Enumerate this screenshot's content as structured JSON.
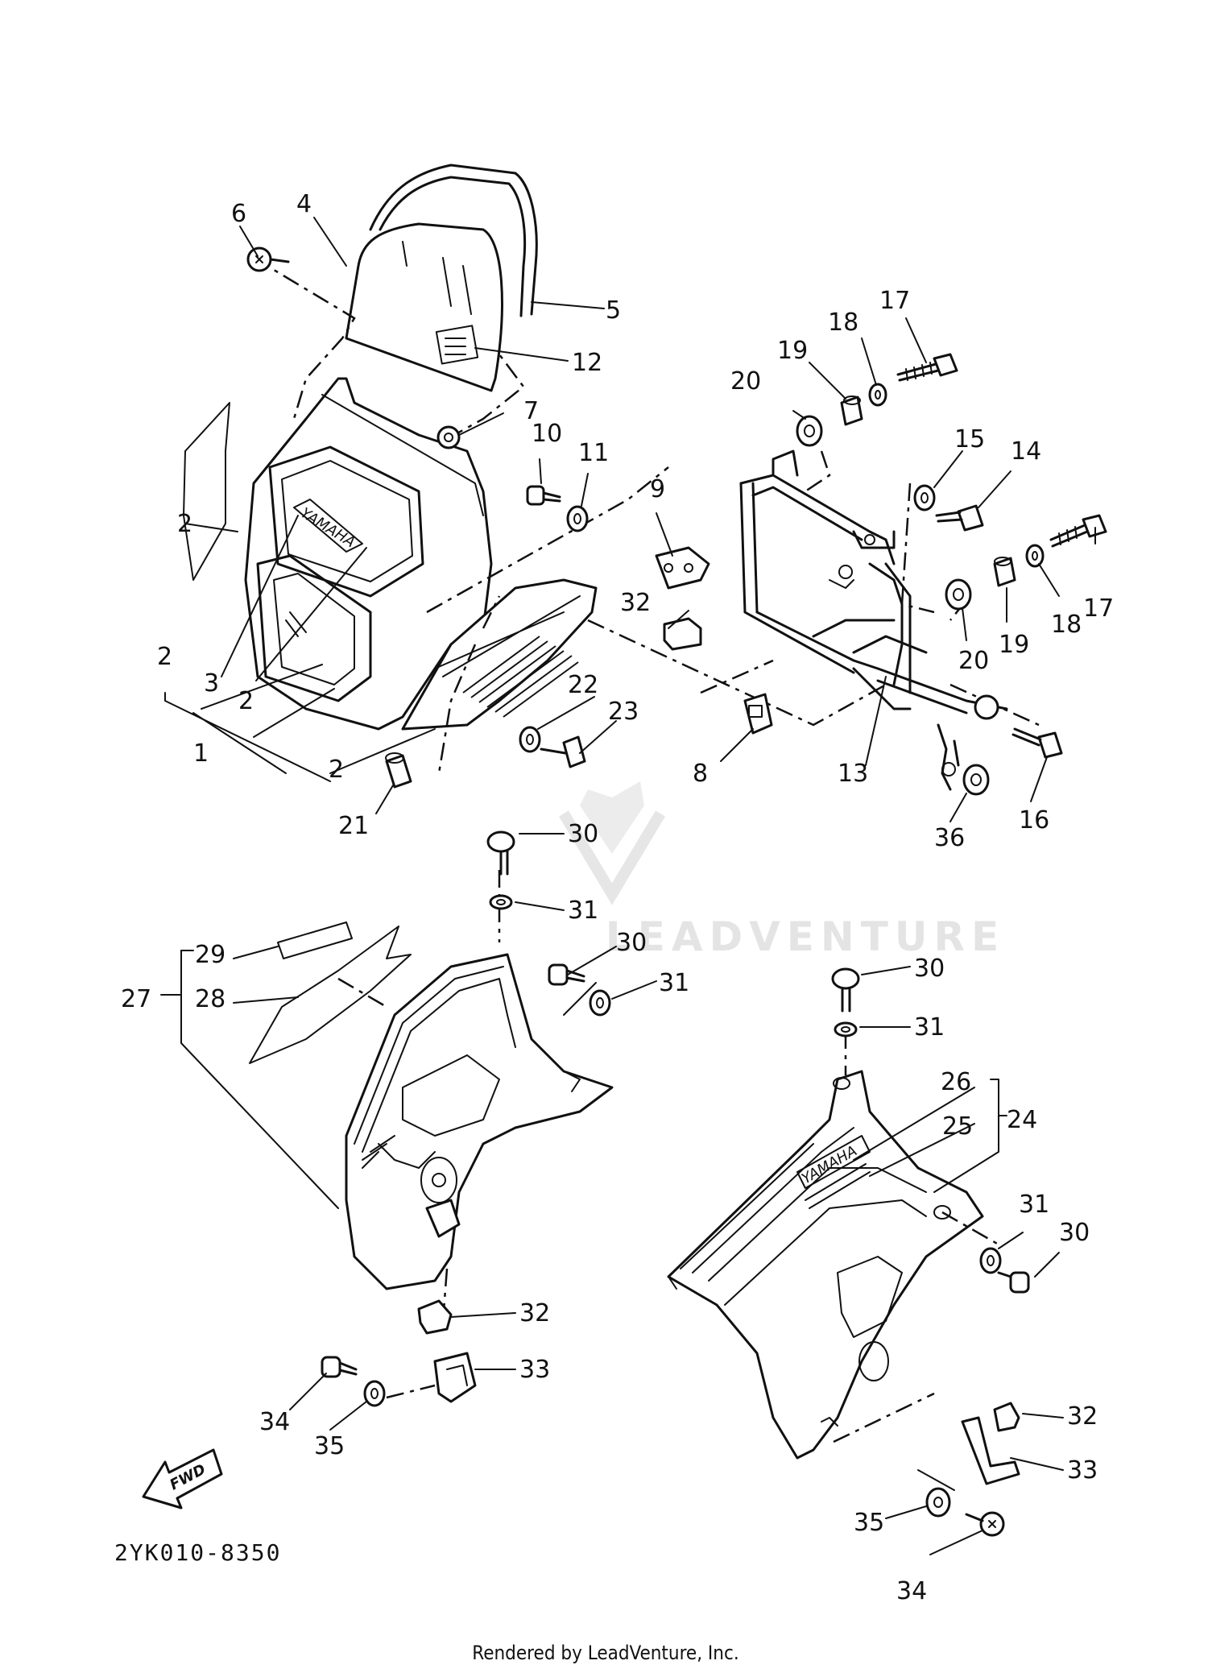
{
  "diagram": {
    "part_code": "2YK010-8350",
    "footer": "Rendered by LeadVenture, Inc.",
    "watermark": "LEADVENTURE",
    "fwd_label": "FWD",
    "brand_mark": "YAMAHA",
    "callouts": [
      "1",
      "2",
      "2",
      "2",
      "2",
      "3",
      "4",
      "5",
      "6",
      "7",
      "8",
      "9",
      "10",
      "11",
      "12",
      "13",
      "14",
      "15",
      "16",
      "17",
      "17",
      "18",
      "18",
      "19",
      "19",
      "20",
      "20",
      "21",
      "22",
      "23",
      "24",
      "25",
      "26",
      "27",
      "28",
      "29",
      "30",
      "30",
      "30",
      "30",
      "31",
      "31",
      "31",
      "31",
      "32",
      "32",
      "32",
      "33",
      "33",
      "34",
      "34",
      "35",
      "35",
      "36"
    ]
  }
}
